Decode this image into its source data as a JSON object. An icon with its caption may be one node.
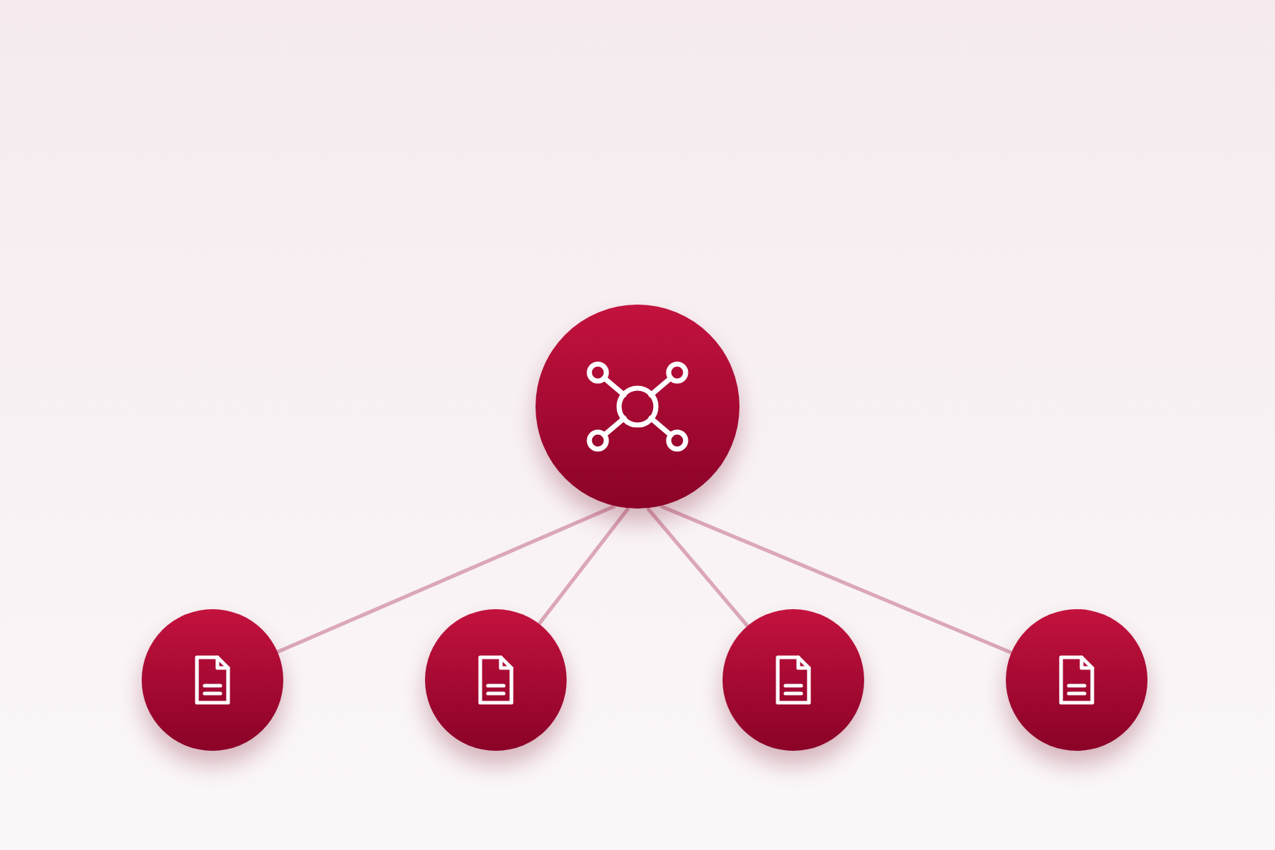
{
  "diagram": {
    "nodes": [
      {
        "text": [],
        "shape": "circle"
      },
      {
        "text": [],
        "shape": "circle"
      },
      {
        "text": [],
        "shape": "circle"
      },
      {
        "text": [],
        "shape": "circle"
      },
      {
        "text": [],
        "shape": "circle"
      }
    ],
    "edges": [
      {
        "from": 0,
        "to": 1,
        "arrow": "none"
      },
      {
        "from": 0,
        "to": 2,
        "arrow": "none"
      },
      {
        "from": 0,
        "to": 3,
        "arrow": "none"
      },
      {
        "from": 0,
        "to": 4,
        "arrow": "none"
      }
    ]
  }
}
